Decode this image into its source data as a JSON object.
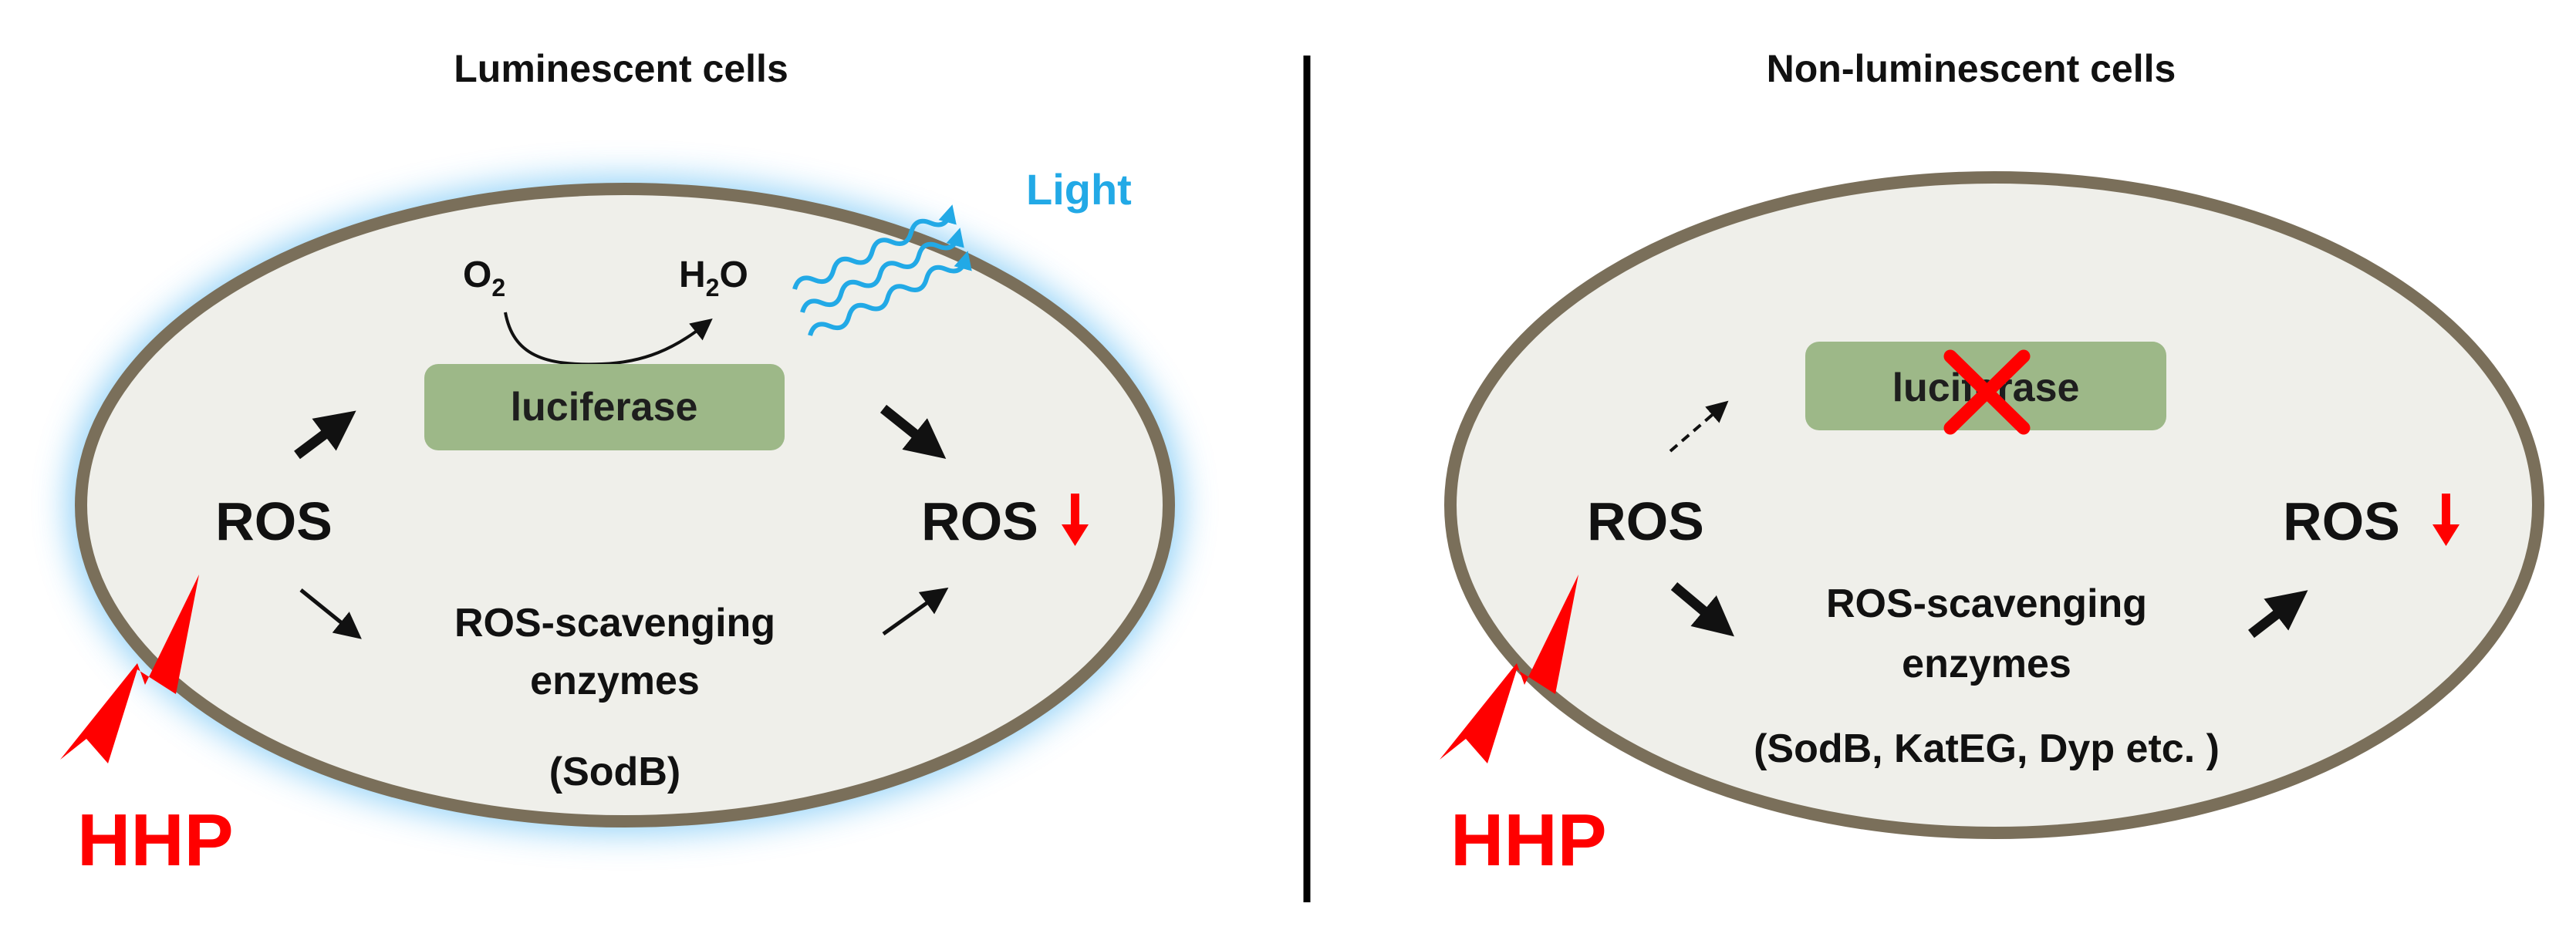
{
  "colors": {
    "cell_fill": "#efefea",
    "cell_border": "#7a6f5a",
    "glow": "#6ec3f5",
    "luciferase_fill": "#9db888",
    "light_wave": "#22a9e6",
    "hhp_red": "#ff0000",
    "arrow_black": "#111111"
  },
  "icons": {
    "hhp": "lightning-bolt-icon",
    "ros_decrease": "red-down-arrow-icon",
    "light": "wavy-light-icon",
    "inhibited": "red-x-icon"
  },
  "left_panel": {
    "title": "Luminescent cells",
    "light_label": "Light",
    "o2": "O",
    "o2_sub": "2",
    "h2o_h": "H",
    "h2o_sub": "2",
    "h2o_o": "O",
    "luciferase": "luciferase",
    "ros_left": "ROS",
    "ros_right": "ROS",
    "enzymes_line1": "ROS-scavenging",
    "enzymes_line2": "enzymes",
    "enzymes_examples": "(SodB)",
    "hhp": "HHP"
  },
  "right_panel": {
    "title": "Non-luminescent cells",
    "luciferase": "luciferase",
    "ros_left": "ROS",
    "ros_right": "ROS",
    "enzymes_line1": "ROS-scavenging",
    "enzymes_line2": "enzymes",
    "enzymes_examples": "(SodB, KatEG, Dyp etc. )",
    "hhp": "HHP"
  }
}
